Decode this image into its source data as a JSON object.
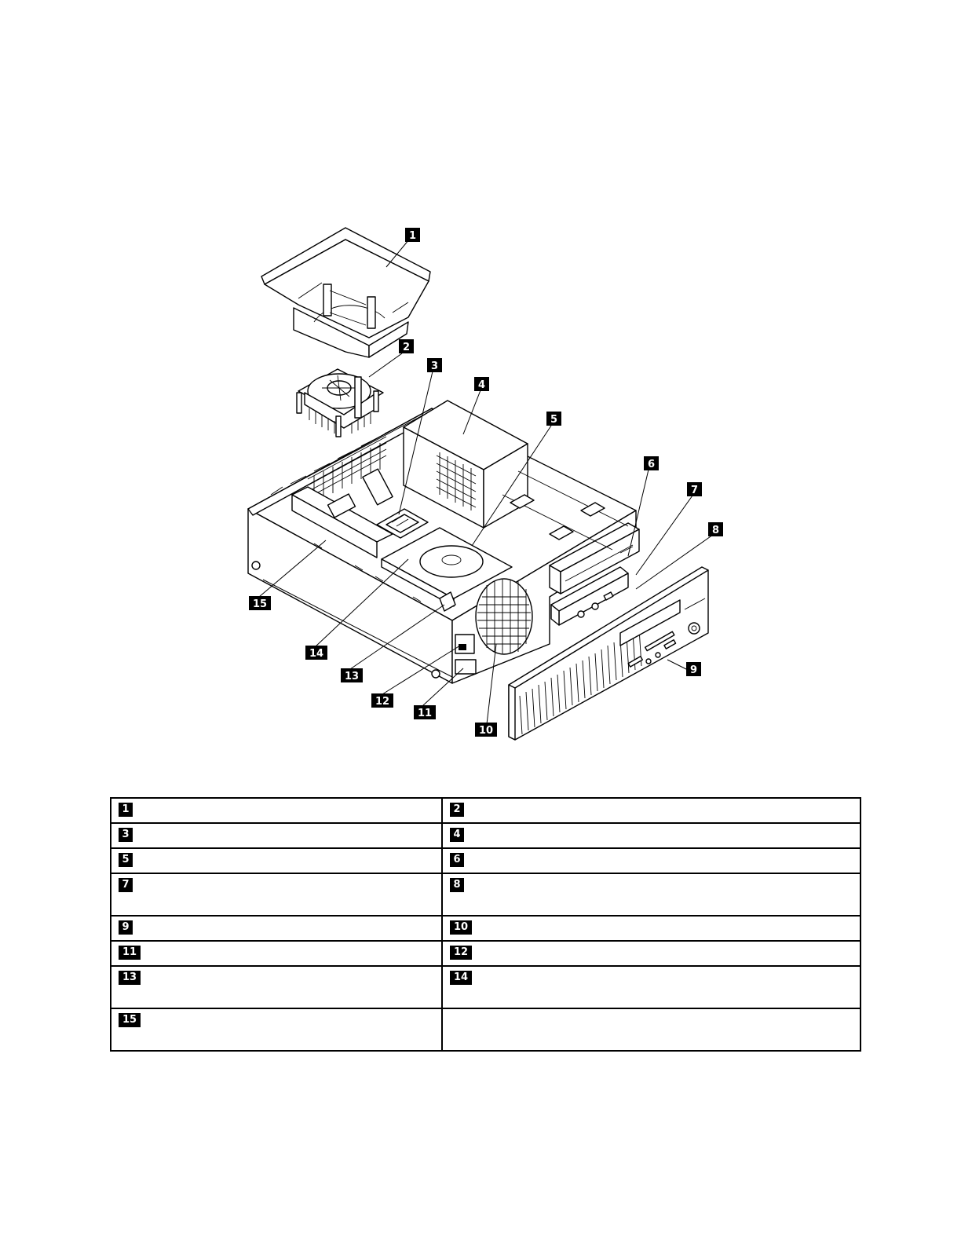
{
  "callouts": [
    {
      "id": "1",
      "label": "1"
    },
    {
      "id": "2",
      "label": "2"
    },
    {
      "id": "3",
      "label": "3"
    },
    {
      "id": "4",
      "label": "4"
    },
    {
      "id": "5",
      "label": "5"
    },
    {
      "id": "6",
      "label": "6"
    },
    {
      "id": "7",
      "label": "7"
    },
    {
      "id": "8",
      "label": "8"
    },
    {
      "id": "9",
      "label": "9"
    },
    {
      "id": "10",
      "label": "10"
    },
    {
      "id": "11",
      "label": "11"
    },
    {
      "id": "12",
      "label": "12"
    },
    {
      "id": "13",
      "label": "13"
    },
    {
      "id": "14",
      "label": "14"
    },
    {
      "id": "15",
      "label": "15"
    }
  ],
  "legend": {
    "rows": [
      [
        {
          "num": "1",
          "text": ""
        },
        {
          "num": "2",
          "text": ""
        }
      ],
      [
        {
          "num": "3",
          "text": ""
        },
        {
          "num": "4",
          "text": ""
        }
      ],
      [
        {
          "num": "5",
          "text": ""
        },
        {
          "num": "6",
          "text": ""
        }
      ],
      [
        {
          "num": "7",
          "text": ""
        },
        {
          "num": "8",
          "text": ""
        }
      ],
      [
        {
          "num": "9",
          "text": ""
        },
        {
          "num": "10",
          "text": ""
        }
      ],
      [
        {
          "num": "11",
          "text": ""
        },
        {
          "num": "12",
          "text": ""
        }
      ],
      [
        {
          "num": "13",
          "text": ""
        },
        {
          "num": "14",
          "text": ""
        }
      ],
      [
        {
          "num": "15",
          "text": ""
        },
        {
          "num": "",
          "text": ""
        }
      ]
    ]
  }
}
